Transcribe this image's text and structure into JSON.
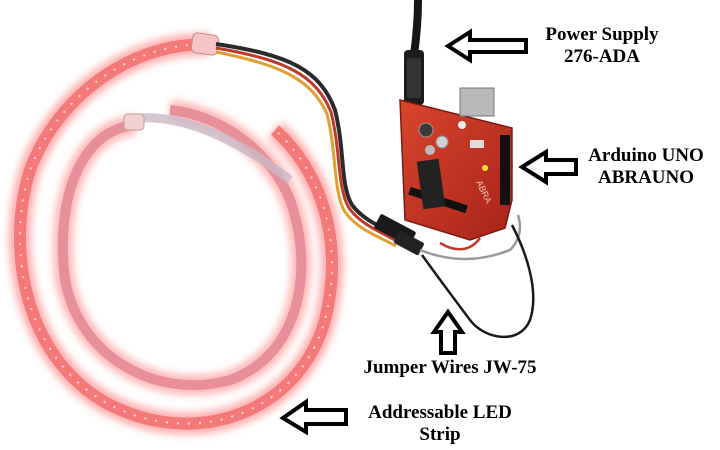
{
  "callouts": {
    "power_supply": {
      "line1": "Power Supply",
      "line2": "276-ADA"
    },
    "arduino": {
      "line1": "Arduino UNO",
      "line2": "ABRAUNO"
    },
    "jumper_wires": {
      "line1": "Jumper Wires JW-75"
    },
    "led_strip": {
      "line1": "Addressable LED",
      "line2": "Strip"
    }
  },
  "board_silkscreen": "ABRA",
  "colors": {
    "background": "#ffffff",
    "led_glow": "#ff5a5a",
    "led_strip_core": "#f07a7a",
    "board_red": "#c8321e",
    "power_cable": "#111111",
    "arrow_outline": "#000000"
  }
}
